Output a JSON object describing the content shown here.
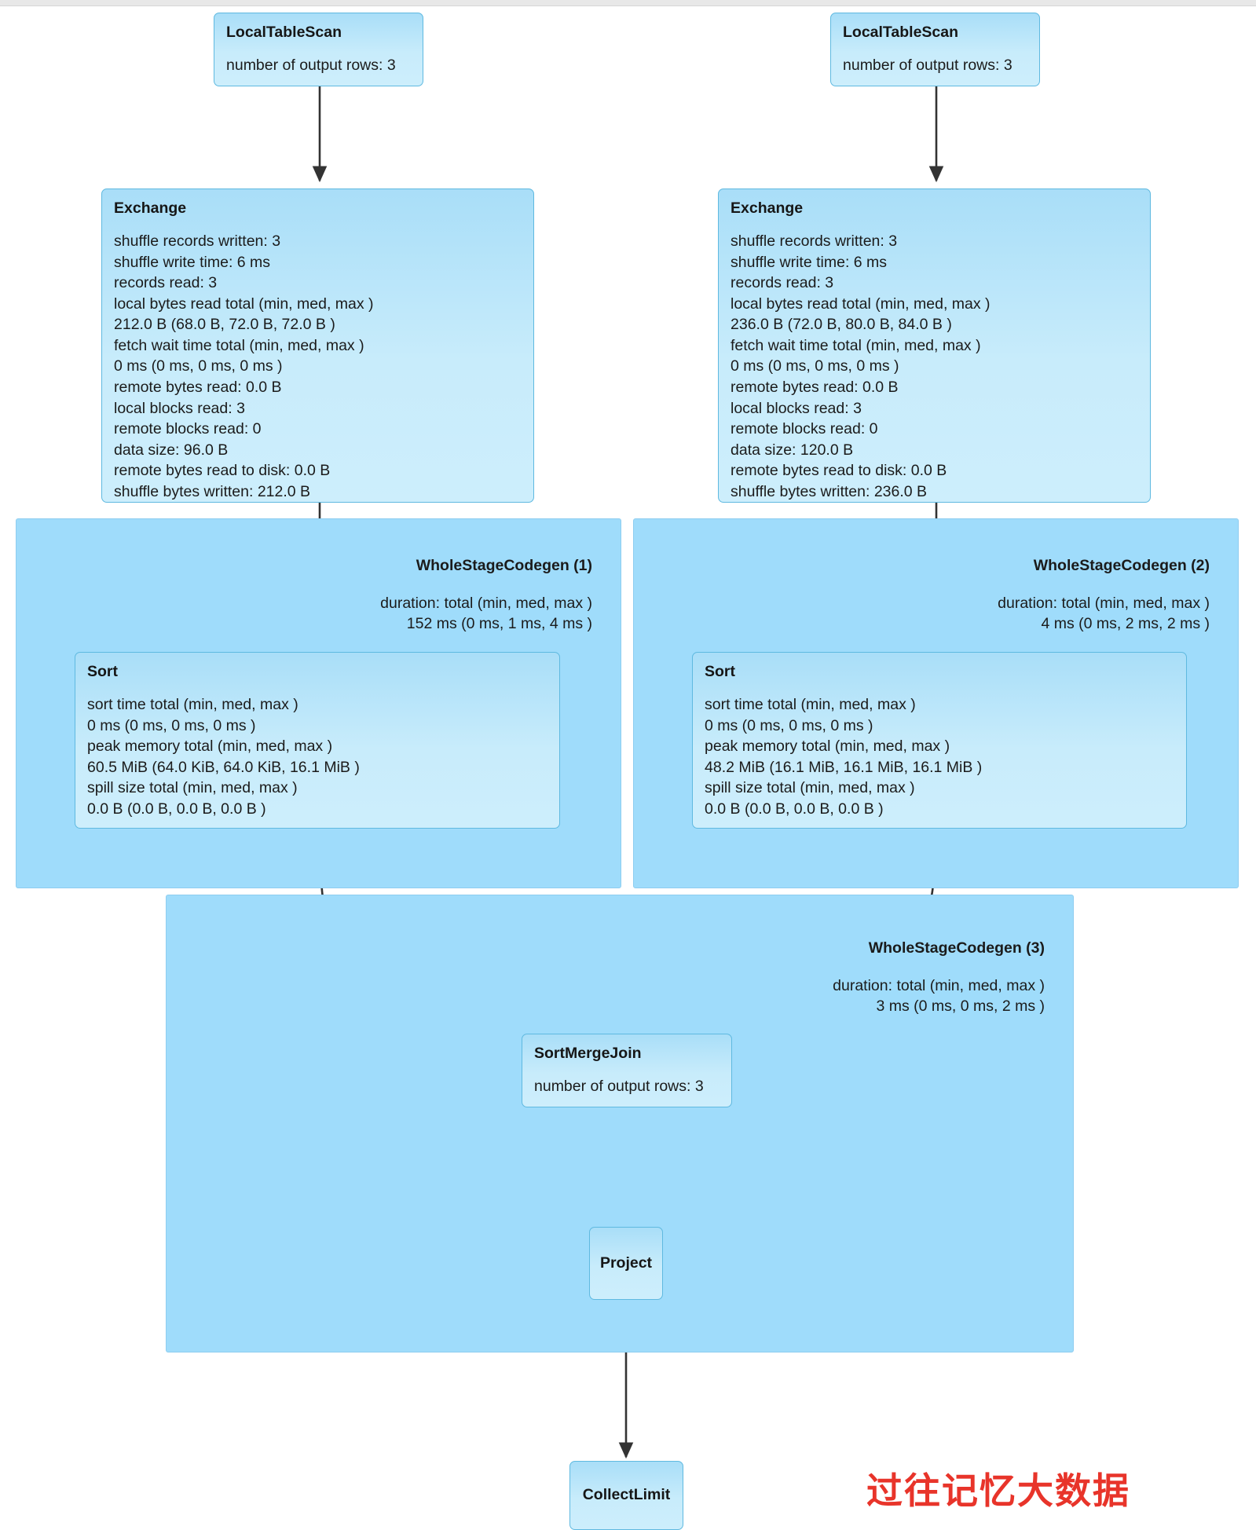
{
  "diagram": {
    "type": "spark-sql-physical-plan-dag",
    "nodes": {
      "local_table_scan_left": {
        "title": "LocalTableScan",
        "metrics": "number of output rows: 3"
      },
      "local_table_scan_right": {
        "title": "LocalTableScan",
        "metrics": "number of output rows: 3"
      },
      "exchange_left": {
        "title": "Exchange",
        "metrics": "shuffle records written: 3\nshuffle write time: 6 ms\nrecords read: 3\nlocal bytes read total (min, med, max )\n212.0 B (68.0 B, 72.0 B, 72.0 B )\nfetch wait time total (min, med, max )\n0 ms (0 ms, 0 ms, 0 ms )\nremote bytes read: 0.0 B\nlocal blocks read: 3\nremote blocks read: 0\ndata size: 96.0 B\nremote bytes read to disk: 0.0 B\nshuffle bytes written: 212.0 B"
      },
      "exchange_right": {
        "title": "Exchange",
        "metrics": "shuffle records written: 3\nshuffle write time: 6 ms\nrecords read: 3\nlocal bytes read total (min, med, max )\n236.0 B (72.0 B, 80.0 B, 84.0 B )\nfetch wait time total (min, med, max )\n0 ms (0 ms, 0 ms, 0 ms )\nremote bytes read: 0.0 B\nlocal blocks read: 3\nremote blocks read: 0\ndata size: 120.0 B\nremote bytes read to disk: 0.0 B\nshuffle bytes written: 236.0 B"
      },
      "sort_left": {
        "title": "Sort",
        "metrics": "sort time total (min, med, max )\n0 ms (0 ms, 0 ms, 0 ms )\npeak memory total (min, med, max )\n60.5 MiB (64.0 KiB, 64.0 KiB, 16.1 MiB )\nspill size total (min, med, max )\n0.0 B (0.0 B, 0.0 B, 0.0 B )"
      },
      "sort_right": {
        "title": "Sort",
        "metrics": "sort time total (min, med, max )\n0 ms (0 ms, 0 ms, 0 ms )\npeak memory total (min, med, max )\n48.2 MiB (16.1 MiB, 16.1 MiB, 16.1 MiB )\nspill size total (min, med, max )\n0.0 B (0.0 B, 0.0 B, 0.0 B )"
      },
      "sort_merge_join": {
        "title": "SortMergeJoin",
        "metrics": "number of output rows: 3"
      },
      "project": {
        "title": "Project"
      },
      "collect_limit": {
        "title": "CollectLimit"
      }
    },
    "stages": {
      "wholestage_1": {
        "label": "WholeStageCodegen (1)",
        "metrics_line1": "duration: total (min, med, max )",
        "metrics_line2": "152 ms (0 ms, 1 ms, 4 ms )"
      },
      "wholestage_2": {
        "label": "WholeStageCodegen (2)",
        "metrics_line1": "duration: total (min, med, max )",
        "metrics_line2": "4 ms (0 ms, 2 ms, 2 ms )"
      },
      "wholestage_3": {
        "label": "WholeStageCodegen (3)",
        "metrics_line1": "duration: total (min, med, max )",
        "metrics_line2": "3 ms (0 ms, 0 ms, 2 ms )"
      }
    },
    "watermark": {
      "text": "过往记忆大数据",
      "color": "#e8342a"
    },
    "colors": {
      "stage_fill": "#9fdcfb",
      "node_fill": "#c8ecfb",
      "node_border": "#5fb9e0",
      "edge": "#333333"
    }
  }
}
